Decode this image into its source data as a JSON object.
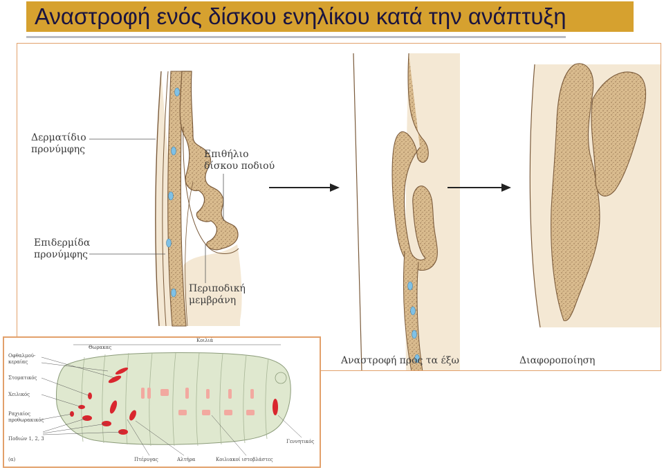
{
  "slide": {
    "title": "Αναστροφή ενός δίσκου ενηλίκου κατά την ανάπτυξη"
  },
  "diagram": {
    "labels": {
      "cuticle_line1": "Δερματίδιο",
      "cuticle_line2": "προνύμφης",
      "epithelium_line1": "Επιθήλιο",
      "epithelium_line2": "δίσκου ποδιού",
      "epidermis_line1": "Επιδερμίδα",
      "epidermis_line2": "προνύμφης",
      "peripodial_line1": "Περιποδική",
      "peripodial_line2": "μεμβράνη"
    },
    "captions": {
      "eversion": "Αναστροφή προς τα έξω",
      "differentiation": "Διαφοροποίηση"
    },
    "colors": {
      "tissue_fill": "#d9bb8e",
      "tissue_stroke": "#7a5a3a",
      "background_tissue": "#f4e8d4",
      "nucleus": "#7fc1e6",
      "arrow": "#222222"
    }
  },
  "inset": {
    "labels": {
      "eye_antenna_line1": "Οφθαλμού-",
      "eye_antenna_line2": "κεραίας",
      "thoracic": "Θωρακας",
      "ventral": "Κοιλιά",
      "oral": "Στοματικός",
      "labial": "Χειλικός",
      "prothoracic_line1": "Ραχιαίος",
      "prothoracic_line2": "προθωρακικός",
      "legs": "Ποδιών 1, 2, 3",
      "genital": "Γεννητικός",
      "panel": "(α)",
      "wing": "Πτέρυγας",
      "haltere": "Αλτήρα",
      "histoblasts": "Κοιλιακοί ιστοβλάστες"
    },
    "colors": {
      "larva_body": "#dfe8cf",
      "disc_red": "#d9262e",
      "histoblast_pink": "#f2a9a0"
    }
  }
}
